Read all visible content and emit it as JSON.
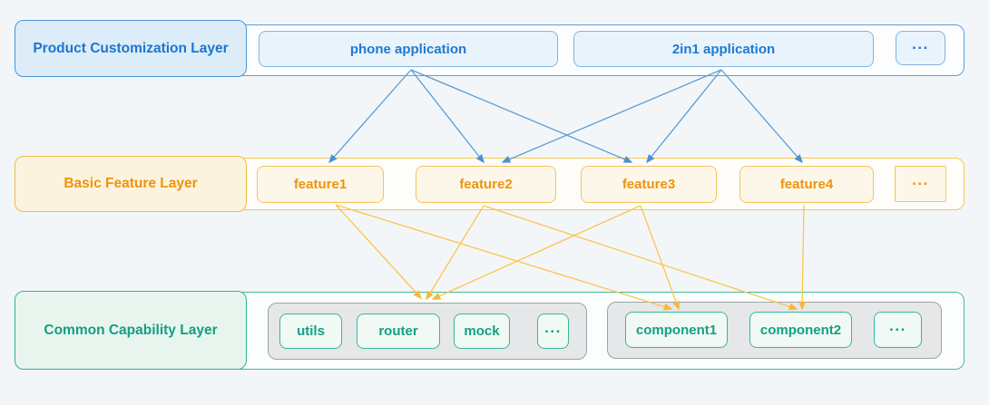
{
  "diagram": {
    "layers": {
      "product_customization": {
        "label": "Product Customization Layer",
        "accent_color": "#1b76cf",
        "border_color": "#5c9fd8",
        "items": [
          {
            "label": "phone application"
          },
          {
            "label": "2in1 application"
          },
          {
            "label": "..."
          }
        ]
      },
      "basic_feature": {
        "label": "Basic Feature Layer",
        "accent_color": "#ef930b",
        "border_color": "#f7c74c",
        "items": [
          {
            "label": "feature1"
          },
          {
            "label": "feature2"
          },
          {
            "label": "feature3"
          },
          {
            "label": "feature4"
          },
          {
            "label": "..."
          }
        ]
      },
      "common_capability": {
        "label": "Common Capability Layer",
        "accent_color": "#149e81",
        "border_color": "#43ba9b",
        "group_fill": "#e6e7e8",
        "groups": [
          {
            "items": [
              {
                "label": "utils"
              },
              {
                "label": "router"
              },
              {
                "label": "mock"
              },
              {
                "label": "..."
              }
            ]
          },
          {
            "items": [
              {
                "label": "component1"
              },
              {
                "label": "component2"
              },
              {
                "label": "..."
              }
            ]
          }
        ]
      }
    },
    "edges": {
      "arrow_color_app_to_feature": "#5b9bd5",
      "arrow_color_feature_to_capability": "#fbc54c",
      "app_to_feature": [
        {
          "from": "phone application",
          "to": "feature1"
        },
        {
          "from": "phone application",
          "to": "feature2"
        },
        {
          "from": "phone application",
          "to": "feature3"
        },
        {
          "from": "2in1 application",
          "to": "feature2"
        },
        {
          "from": "2in1 application",
          "to": "feature3"
        },
        {
          "from": "2in1 application",
          "to": "feature4"
        }
      ],
      "feature_to_capability": [
        {
          "from": "feature1",
          "to": "utils group"
        },
        {
          "from": "feature2",
          "to": "utils group"
        },
        {
          "from": "feature3",
          "to": "utils group"
        },
        {
          "from": "feature1",
          "to": "component1"
        },
        {
          "from": "feature3",
          "to": "component1"
        },
        {
          "from": "feature2",
          "to": "component2"
        },
        {
          "from": "feature4",
          "to": "component2"
        }
      ]
    }
  }
}
